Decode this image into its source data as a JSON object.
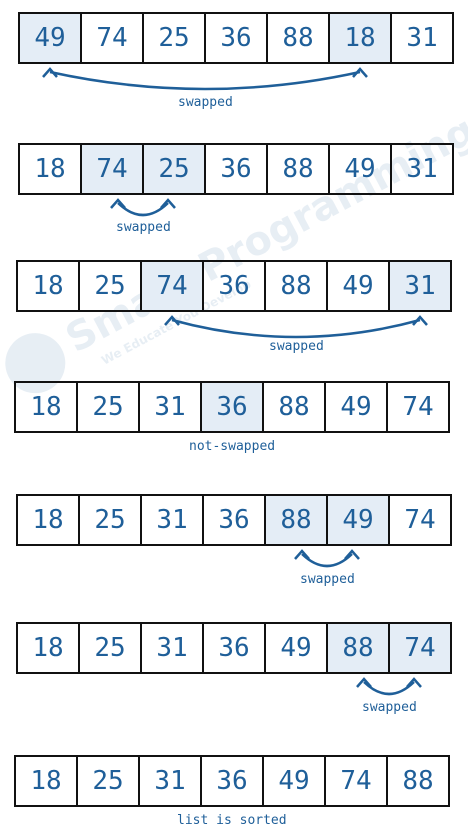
{
  "steps": [
    {
      "values": [
        "49",
        "74",
        "25",
        "36",
        "88",
        "18",
        "31"
      ],
      "highlight": [
        0,
        5
      ],
      "caption": "swapped"
    },
    {
      "values": [
        "18",
        "74",
        "25",
        "36",
        "88",
        "49",
        "31"
      ],
      "highlight": [
        1,
        2
      ],
      "caption": "swapped"
    },
    {
      "values": [
        "18",
        "25",
        "74",
        "36",
        "88",
        "49",
        "31"
      ],
      "highlight": [
        2,
        6
      ],
      "caption": "swapped"
    },
    {
      "values": [
        "18",
        "25",
        "31",
        "36",
        "88",
        "49",
        "74"
      ],
      "highlight": [
        3
      ],
      "caption": "not-swapped"
    },
    {
      "values": [
        "18",
        "25",
        "31",
        "36",
        "88",
        "49",
        "74"
      ],
      "highlight": [
        4,
        5
      ],
      "caption": "swapped"
    },
    {
      "values": [
        "18",
        "25",
        "31",
        "36",
        "49",
        "88",
        "74"
      ],
      "highlight": [
        5,
        6
      ],
      "caption": "swapped"
    },
    {
      "values": [
        "18",
        "25",
        "31",
        "36",
        "49",
        "74",
        "88"
      ],
      "highlight": [],
      "caption": "list is sorted"
    }
  ],
  "watermark": {
    "brand": "Smart Programming",
    "tagline": "We Educate You Develop"
  },
  "colors": {
    "accent": "#1f5f99",
    "highlight": "#e4edf6",
    "border": "#111111"
  }
}
